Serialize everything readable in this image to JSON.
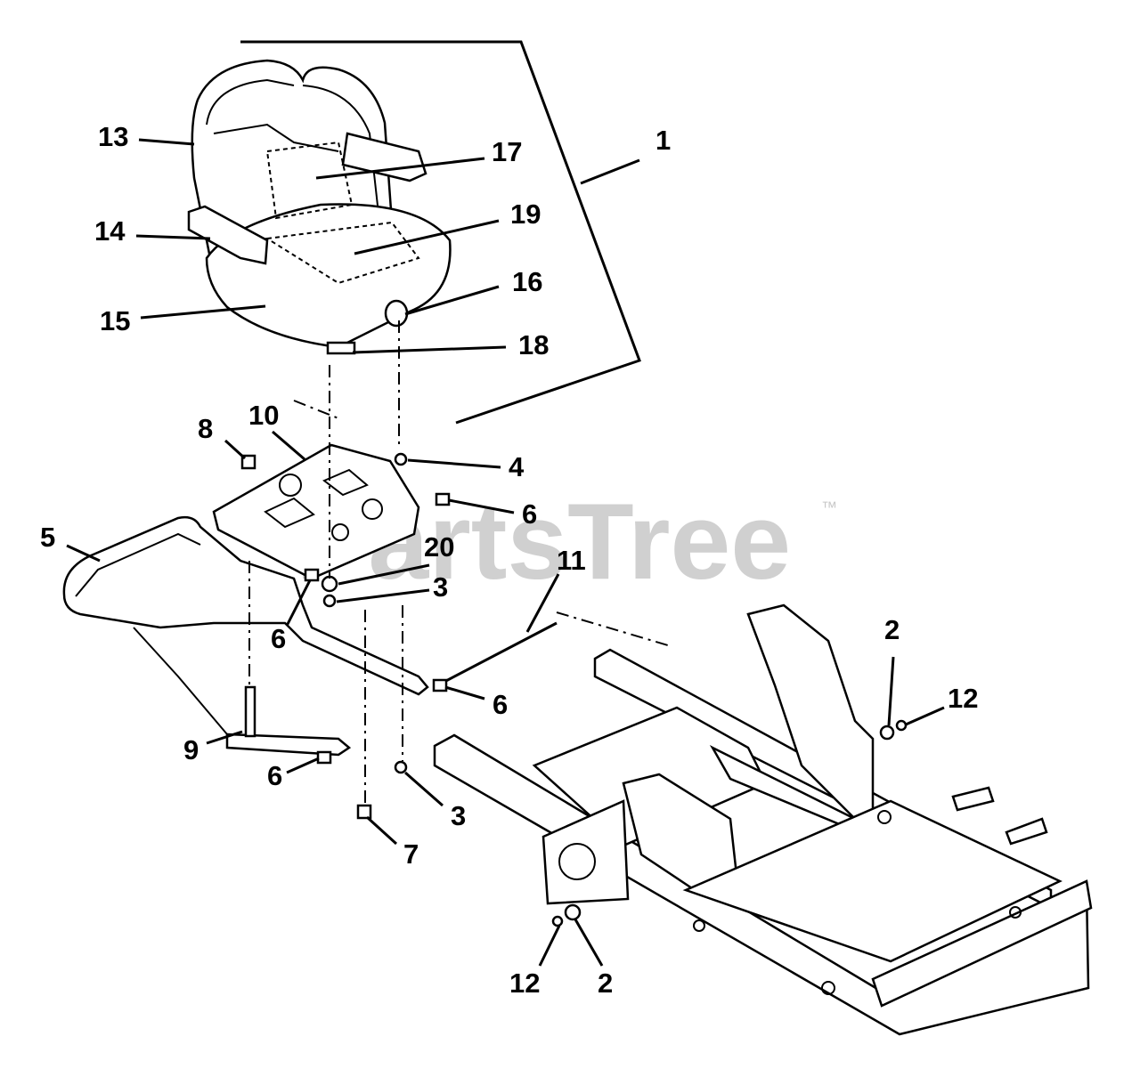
{
  "watermark": {
    "text": "PartsTree",
    "trademark": "™"
  },
  "callouts": [
    {
      "id": "c1",
      "text": "1"
    },
    {
      "id": "c2a",
      "text": "2"
    },
    {
      "id": "c2b",
      "text": "2"
    },
    {
      "id": "c3a",
      "text": "3"
    },
    {
      "id": "c3b",
      "text": "3"
    },
    {
      "id": "c4",
      "text": "4"
    },
    {
      "id": "c5",
      "text": "5"
    },
    {
      "id": "c6a",
      "text": "6"
    },
    {
      "id": "c6b",
      "text": "6"
    },
    {
      "id": "c6c",
      "text": "6"
    },
    {
      "id": "c6d",
      "text": "6"
    },
    {
      "id": "c7",
      "text": "7"
    },
    {
      "id": "c8",
      "text": "8"
    },
    {
      "id": "c9",
      "text": "9"
    },
    {
      "id": "c10",
      "text": "10"
    },
    {
      "id": "c11",
      "text": "11"
    },
    {
      "id": "c12a",
      "text": "12"
    },
    {
      "id": "c12b",
      "text": "12"
    },
    {
      "id": "c13",
      "text": "13"
    },
    {
      "id": "c14",
      "text": "14"
    },
    {
      "id": "c15",
      "text": "15"
    },
    {
      "id": "c16",
      "text": "16"
    },
    {
      "id": "c17",
      "text": "17"
    },
    {
      "id": "c18",
      "text": "18"
    },
    {
      "id": "c19",
      "text": "19"
    },
    {
      "id": "c20",
      "text": "20"
    }
  ]
}
